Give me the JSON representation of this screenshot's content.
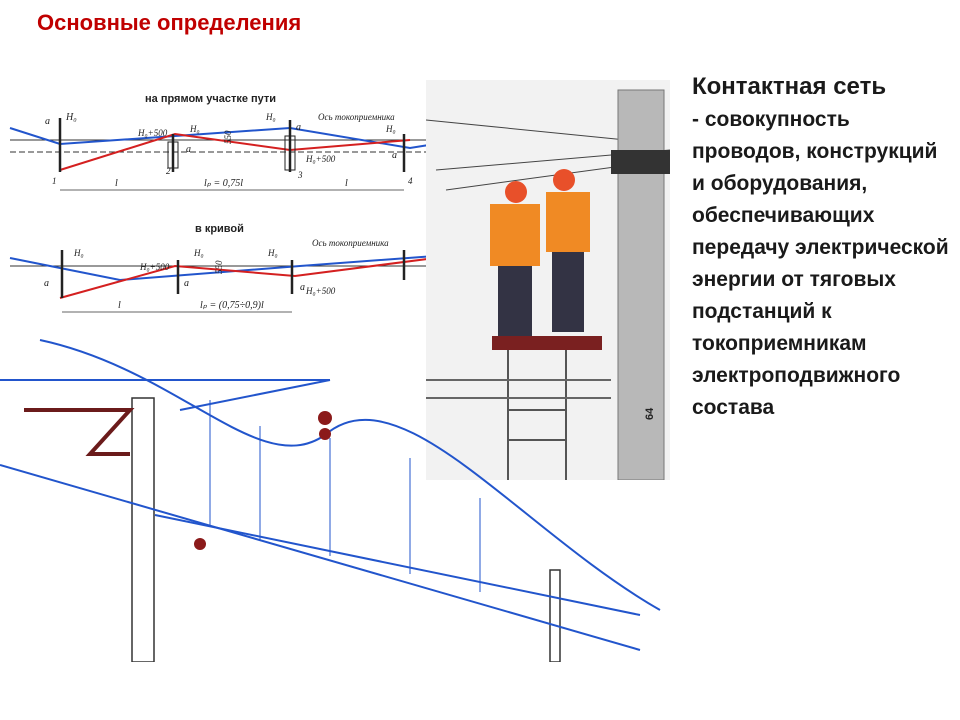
{
  "header": {
    "title": "Основные определения"
  },
  "definition": {
    "term": "Контактная сеть",
    "text": "- совокупность проводов, конструкций и оборудования, обеспечивающих передачу электрической энергии от тяговых подстанций к токоприемникам электроподвижного состава"
  },
  "diagram_straight": {
    "heading": "на прямом участке пути",
    "label_a": "a",
    "label_h0": "H₀",
    "label_h0_plus": "H₀+500",
    "label_550": "550",
    "label_axis": "Ось токоприемника",
    "label_l": "l",
    "label_lp": "lₚ = 0,75l",
    "support_numbers": [
      "1",
      "2",
      "3",
      "4"
    ]
  },
  "diagram_curve": {
    "heading": "в кривой",
    "label_a": "a",
    "label_h0": "H₀",
    "label_h0_plus": "H₀+500",
    "label_550": "550",
    "label_axis": "Ось токоприемника",
    "label_l": "l",
    "label_lp": "lₚ = (0,75÷0,9)l"
  },
  "photo": {
    "pole_number": "64"
  },
  "colors": {
    "title": "#c00000",
    "wire": "#2255cc",
    "red_wire": "#d42020"
  }
}
